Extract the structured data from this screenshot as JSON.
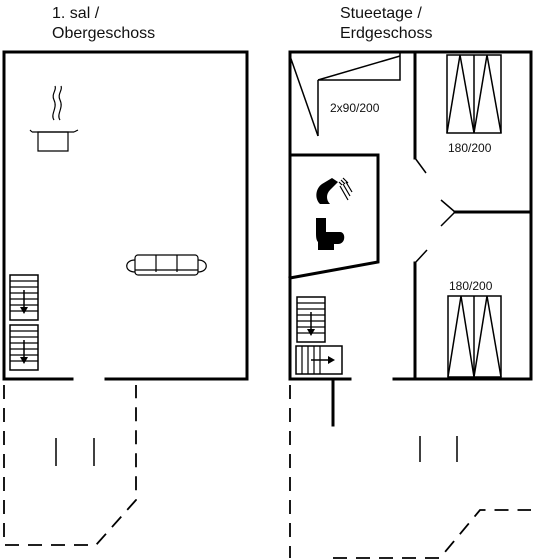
{
  "floors": {
    "upper": {
      "title_line1": "1. sal /",
      "title_line2": "Obergeschoss"
    },
    "ground": {
      "title_line1": "Stueetage /",
      "title_line2": "Erdgeschoss"
    }
  },
  "beds": {
    "bunk": "2x90/200",
    "double_top": "180/200",
    "double_bottom": "180/200"
  },
  "icons": {
    "kitchen": "cooking-pot-icon",
    "living": "sofa-icon",
    "shower": "shower-icon",
    "toilet": "toilet-icon",
    "stairs": "stairs-icon"
  }
}
